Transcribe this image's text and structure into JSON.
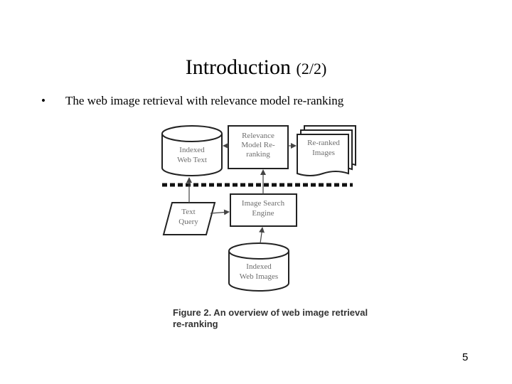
{
  "slide": {
    "title_main": "Introduction",
    "title_sub": "(2/2)",
    "bullet": "•",
    "bullet_text": "The web image retrieval with relevance model re-ranking",
    "page_number": "5"
  },
  "figure": {
    "nodes": {
      "indexed_web_text": [
        "Indexed",
        "Web Text"
      ],
      "relevance_model": [
        "Relevance",
        "Model Re-",
        "ranking"
      ],
      "reranked_images": [
        "Re-ranked",
        "Images"
      ],
      "text_query": [
        "Text",
        "Query"
      ],
      "image_search_engine": [
        "Image Search",
        "Engine"
      ],
      "indexed_web_images": [
        "Indexed",
        "Web Images"
      ]
    },
    "caption_line1": "Figure 2. An overview of web image retrieval",
    "caption_line2": "re-ranking"
  }
}
